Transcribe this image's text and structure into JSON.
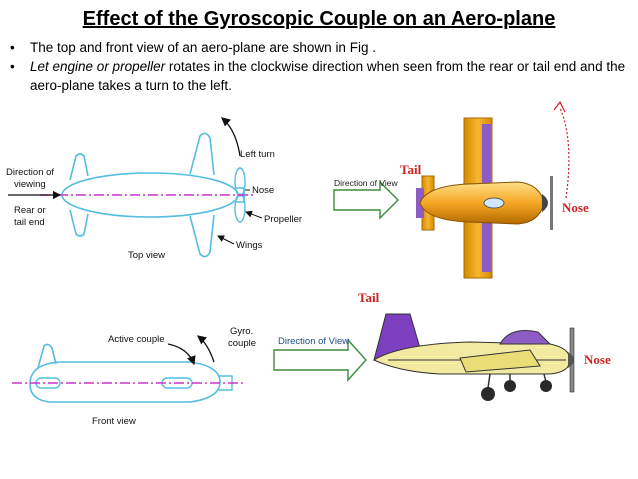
{
  "title": "Effect of the Gyroscopic Couple on an Aero-plane",
  "bullets": {
    "b1": "The top and front view of an aero-plane are shown in Fig .",
    "b2_italic": "Let engine or propeller",
    "b2_rest": " rotates in the clockwise direction when seen from the rear or tail end and the aero-plane takes a turn to the left.",
    "bullet_char": "•"
  },
  "top_view": {
    "direction_of": "Direction of",
    "viewing": "viewing",
    "rear_or": "Rear or",
    "tail_end": "tail end",
    "left_turn": "Left turn",
    "nose": "Nose",
    "propeller": "Propeller",
    "wings": "Wings",
    "caption": "Top view"
  },
  "front_view": {
    "active_couple": "Active couple",
    "gyro": "Gyro.",
    "couple": "couple",
    "caption": "Front view"
  },
  "illus_top": {
    "tail": "Tail",
    "direction": "Direction of View",
    "nose": "Nose"
  },
  "illus_front": {
    "tail": "Tail",
    "direction": "Direction of View",
    "nose": "Nose"
  },
  "colors": {
    "line_blue": "#55bde0",
    "dash_magenta": "#cc33cc",
    "label_red": "#cc2222",
    "arrow_green": "#3d8b3d",
    "plane_orange": "#f5a623",
    "plane_purple": "#7b3fbf",
    "plane_cream": "#f2eaa0"
  }
}
